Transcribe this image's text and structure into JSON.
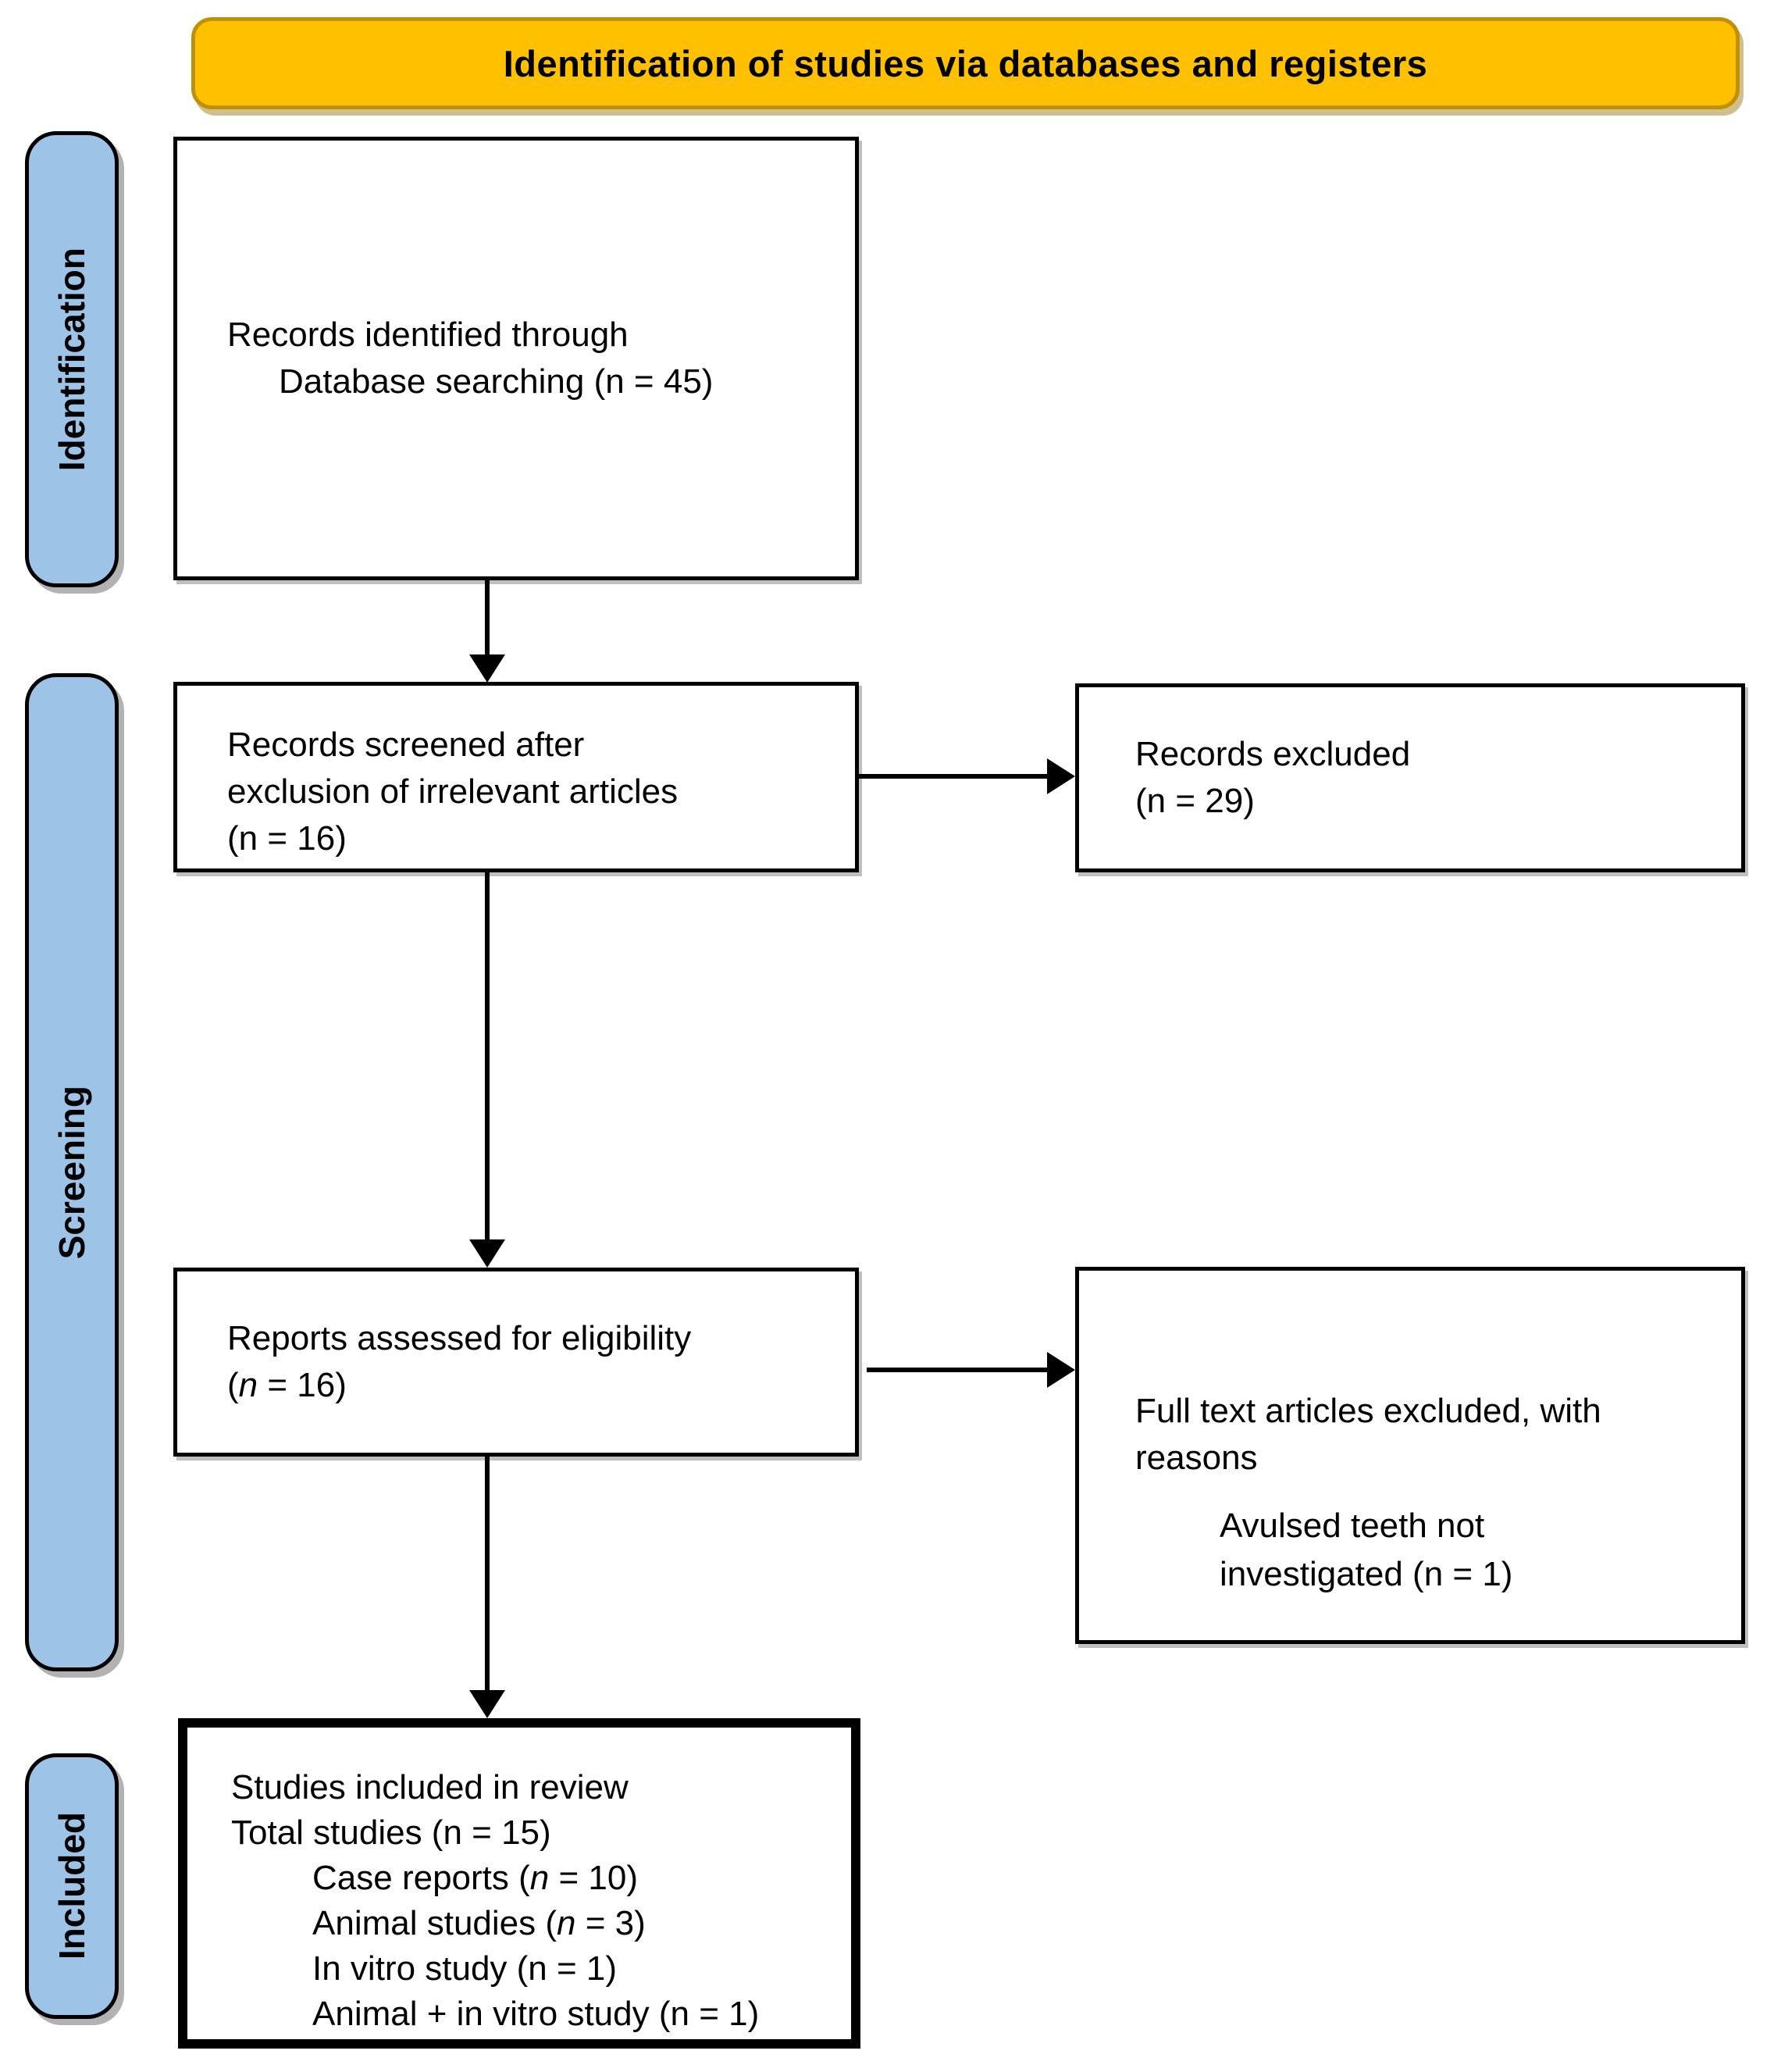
{
  "header": {
    "title": "Identification of studies via databases and registers"
  },
  "stages": {
    "identification": "Identification",
    "screening": "Screening",
    "included": "Included"
  },
  "boxes": {
    "records_identified": {
      "line1": "Records identified through",
      "line2": "Database searching (n = 45)"
    },
    "records_screened": {
      "line1": "Records screened after",
      "line2": "exclusion of irrelevant articles",
      "line3": "(n = 16)"
    },
    "records_excluded": {
      "line1": "Records excluded",
      "line2": "(n = 29)"
    },
    "reports_assessed": {
      "line1": "Reports assessed for eligibility",
      "line2_open": "(",
      "line2_n": "n",
      "line2_rest": " = 16)"
    },
    "fulltext_excluded": {
      "line1": "Full text articles excluded, with",
      "line2": "reasons",
      "reason_line1": "Avulsed teeth not",
      "reason_line2": "investigated (n = 1)"
    },
    "studies_included": {
      "line1": "Studies included in review",
      "line2": "Total studies (n = 15)",
      "item1_pre": "Case reports (",
      "item1_n": "n",
      "item1_rest": " = 10)",
      "item2_pre": "Animal studies (",
      "item2_n": "n",
      "item2_rest": " = 3)",
      "item3": "In vitro study (n = 1)",
      "item4": "Animal + in vitro study (n = 1)"
    }
  },
  "colors": {
    "header_fill": "#FFC000",
    "header_border": "#BF9000",
    "stage_fill": "#9DC3E6",
    "box_border": "#000000",
    "background": "#FFFFFF"
  }
}
